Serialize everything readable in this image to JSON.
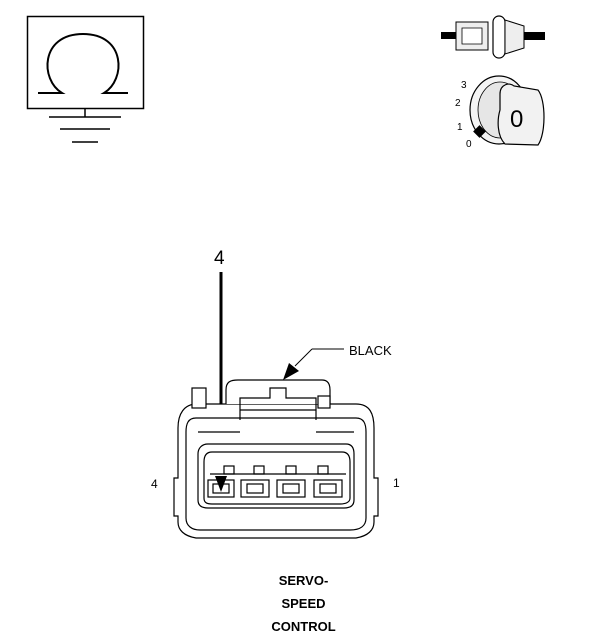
{
  "ohmmeter": {
    "symbol": "ohm-symbol",
    "ground": "ground-symbol"
  },
  "ignition_switch": {
    "positions": [
      "3",
      "2",
      "1",
      "0"
    ],
    "current_position": "0"
  },
  "test_probe": {
    "pin_label": "4"
  },
  "connector": {
    "color_callout": "BLACK",
    "left_pin_label": "4",
    "right_pin_label": "1",
    "pin_count": 4
  },
  "caption": {
    "line1": "SERVO-",
    "line2": "SPEED",
    "line3": "CONTROL"
  },
  "colors": {
    "ink": "#000000",
    "connector_fill": "#ffffff",
    "plug_fill": "#e8e8e8"
  }
}
